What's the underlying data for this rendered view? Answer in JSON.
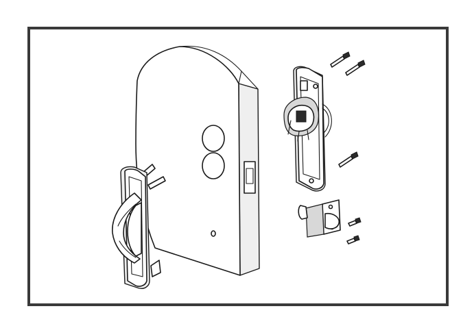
{
  "figure": {
    "subject": "exploded-lock-assembly",
    "parts": [
      "door-panel",
      "exterior-escutcheon-with-handle",
      "interior-escutcheon-plate",
      "mounting-screws",
      "latch-bolt",
      "strike-screws"
    ]
  },
  "colors": {
    "frame": "#3a3a3a",
    "stroke": "#1a1a1a",
    "fill": "#ffffff"
  }
}
